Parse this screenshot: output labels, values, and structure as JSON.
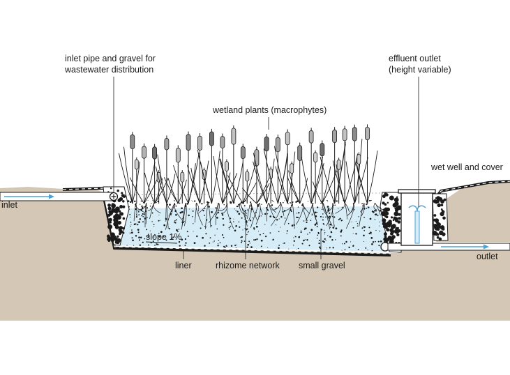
{
  "labels": {
    "inlet_pipe_line1": "inlet pipe and gravel for",
    "inlet_pipe_line2": "wastewater distribution",
    "effluent_line1": "effluent outlet",
    "effluent_line2": "(height variable)",
    "plants": "wetland plants (macrophytes)",
    "wet_well": "wet well and cover",
    "inlet": "inlet",
    "outlet": "outlet",
    "slope": "slope 1%",
    "liner": "liner",
    "rhizome": "rhizome network",
    "gravel": "small gravel"
  },
  "colors": {
    "soil": "#d4c7b5",
    "water": "#d6ecf6",
    "flow_arrow": "#4ba3d4",
    "ink": "#1a1a1a",
    "plant_fill": "#9a9a9a"
  }
}
